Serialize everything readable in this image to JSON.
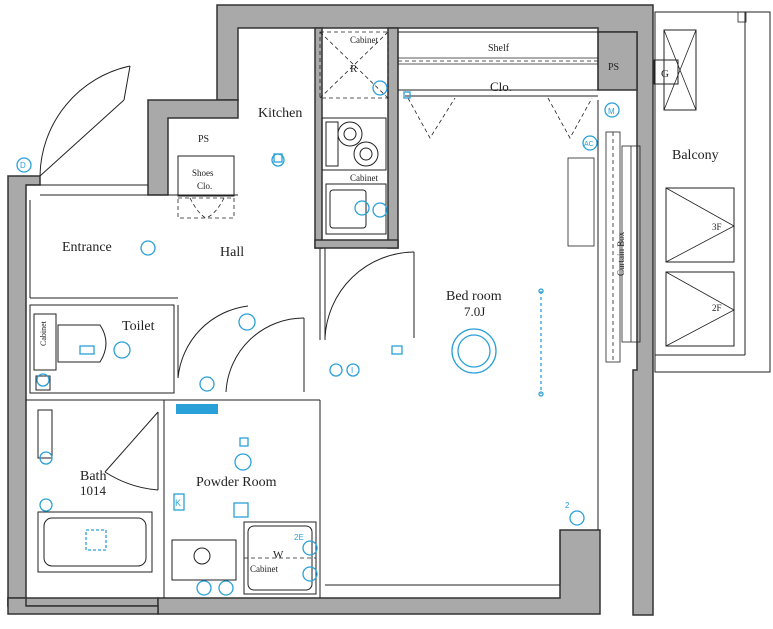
{
  "rooms": {
    "kitchen": "Kitchen",
    "hall": "Hall",
    "entrance": "Entrance",
    "toilet": "Toilet",
    "bath": "Bath",
    "bath_size": "1014",
    "powder_room": "Powder Room",
    "bed_room": "Bed room",
    "bed_room_size": "7.0J",
    "balcony": "Balcony"
  },
  "labels": {
    "ps_top": "PS",
    "ps_hall": "PS",
    "shoes_line1": "Shoes",
    "shoes_line2": "Clo.",
    "cabinet_top": "Cabinet",
    "cabinet_kitchen": "Cabinet",
    "cabinet_toilet": "Cabinet",
    "cabinet_powder": "Cabinet",
    "shelf": "Shelf",
    "closet": "Clo.",
    "curtain_box": "Curtain Box",
    "fridge": "R",
    "washer": "W",
    "floor_3f": "3F",
    "floor_2f": "2F",
    "gas": "G"
  },
  "symbols": {
    "meter": "M",
    "ac": "AC",
    "door": "D",
    "intercom": "I",
    "breaker": "K",
    "outlet_2e": "2E",
    "outlet_2": "2"
  },
  "colors": {
    "wall": "#a9a9a9",
    "electrical": "#2aa0d8",
    "line": "#222222"
  }
}
